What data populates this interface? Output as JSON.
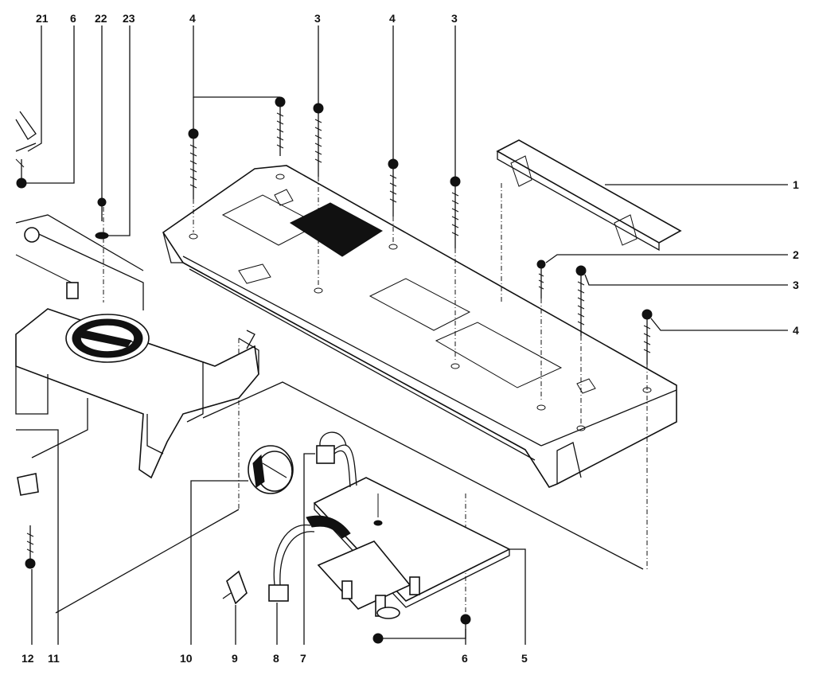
{
  "callouts": {
    "n21": "21",
    "n6": "6",
    "n22": "22",
    "n23": "23",
    "n4a": "4",
    "n3a": "3",
    "n4b": "4",
    "n3b": "3",
    "n1": "1",
    "n2": "2",
    "n3c": "3",
    "n4c": "4",
    "n12": "12",
    "n11": "11",
    "n10": "10",
    "n9": "9",
    "n8": "8",
    "n7": "7",
    "n6b": "6",
    "n5": "5"
  },
  "colors": {
    "ink": "#111111",
    "paper": "#ffffff"
  }
}
